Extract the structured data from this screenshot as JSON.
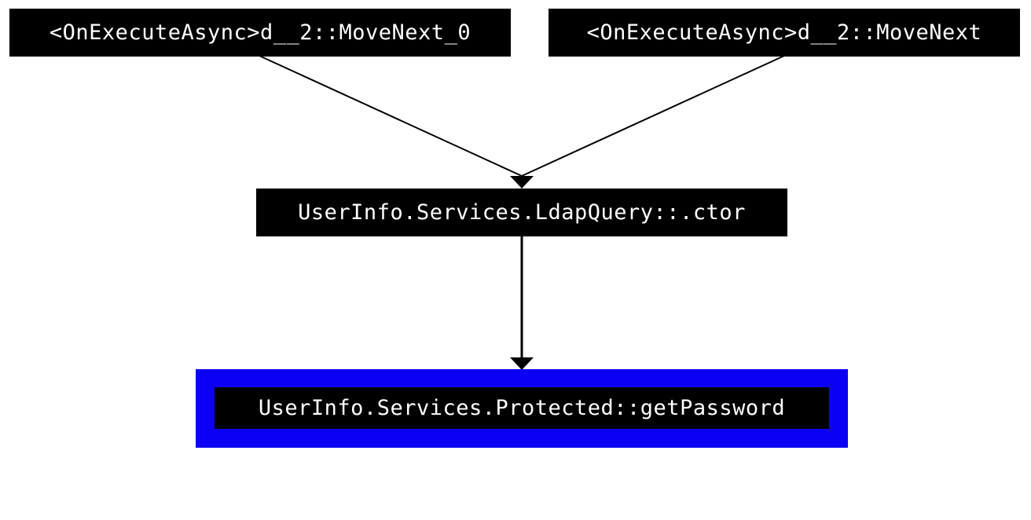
{
  "nodes": {
    "caller_a": {
      "label": "<OnExecuteAsync>d__2::MoveNext_0"
    },
    "caller_b": {
      "label": "<OnExecuteAsync>d__2::MoveNext"
    },
    "ctor": {
      "label": "UserInfo.Services.LdapQuery::.ctor"
    },
    "target": {
      "label": "UserInfo.Services.Protected::getPassword"
    }
  },
  "colors": {
    "node_fill": "#000000",
    "node_text": "#ffffff",
    "highlight_frame": "#0b00f5",
    "edge": "#000000",
    "background": "#ffffff"
  }
}
